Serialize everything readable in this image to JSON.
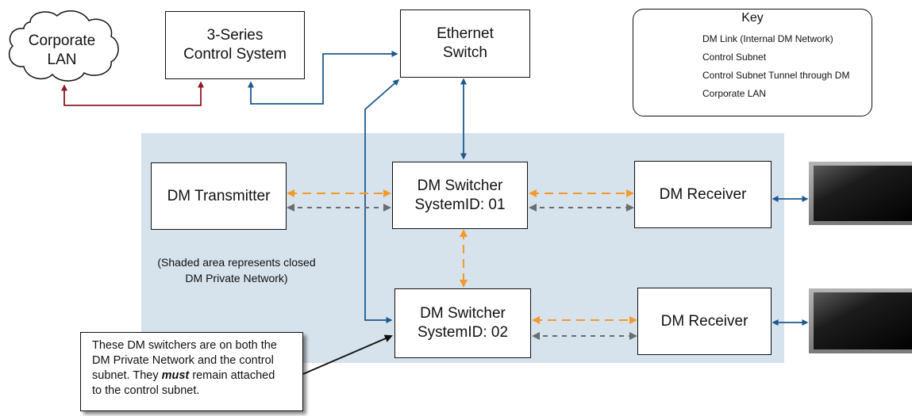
{
  "nodes": {
    "corporate_lan": [
      "Corporate",
      "LAN"
    ],
    "control_system": [
      "3-Series",
      "Control System"
    ],
    "ethernet_switch": [
      "Ethernet",
      "Switch"
    ],
    "dm_transmitter": [
      "DM Transmitter"
    ],
    "dm_switcher_01": [
      "DM Switcher",
      "SystemID: 01"
    ],
    "dm_switcher_02": [
      "DM Switcher",
      "SystemID: 02"
    ],
    "dm_receiver_1": [
      "DM Receiver"
    ],
    "dm_receiver_2": [
      "DM Receiver"
    ]
  },
  "shaded_area_label": [
    "(Shaded area represents closed",
    "DM Private Network)"
  ],
  "key": {
    "title": "Key",
    "items": [
      {
        "label": "DM Link (Internal DM Network)",
        "color": "#f39a2e",
        "style": "dashed"
      },
      {
        "label": "Control Subnet",
        "color": "#1d5a8c",
        "style": "solid"
      },
      {
        "label": "Control Subnet Tunnel through DM",
        "color": "#6d6d6d",
        "style": "dashed"
      },
      {
        "label": "Corporate LAN",
        "color": "#8e1a24",
        "style": "solid"
      }
    ]
  },
  "note": {
    "line1": "These DM switchers are on both the",
    "line2": "DM Private Network and the control",
    "line3_pre": "subnet. They ",
    "line3_em": "must",
    "line3_post": " remain attached",
    "line4": "to the control subnet."
  },
  "colors": {
    "shaded_area": "#d6e2ec",
    "dm_link": "#f39a2e",
    "control_subnet": "#1d5a8c",
    "tunnel": "#6d6d6d",
    "corporate_lan": "#8e1a24"
  },
  "icons": [
    "cloud-icon",
    "display-icon",
    "callout-arrow-icon"
  ]
}
